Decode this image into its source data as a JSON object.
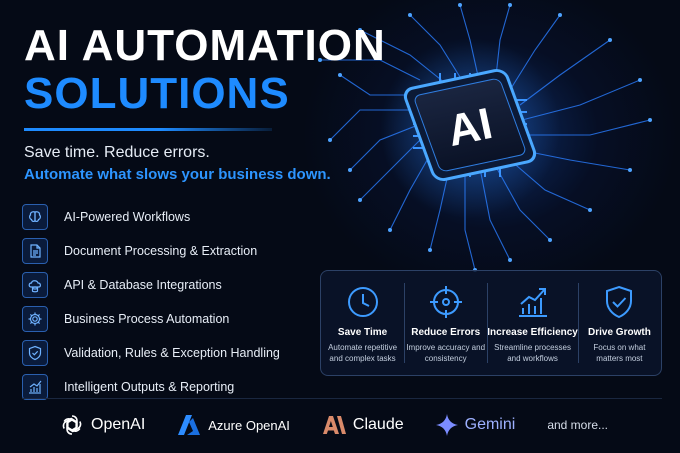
{
  "header": {
    "title_line1": "AI AUTOMATION",
    "title_line2": "SOLUTIONS",
    "tagline1": "Save time. Reduce errors.",
    "tagline2": "Automate what slows your business down."
  },
  "chip": {
    "label": "AI"
  },
  "features": [
    {
      "icon": "brain-icon",
      "label": "AI-Powered Workflows"
    },
    {
      "icon": "document-icon",
      "label": "Document Processing & Extraction"
    },
    {
      "icon": "cloud-database-icon",
      "label": "API & Database Integrations"
    },
    {
      "icon": "gear-icon",
      "label": "Business Process Automation"
    },
    {
      "icon": "shield-check-icon",
      "label": "Validation, Rules & Exception Handling"
    },
    {
      "icon": "chart-icon",
      "label": "Intelligent Outputs & Reporting"
    }
  ],
  "benefits": [
    {
      "icon": "clock-icon",
      "title": "Save Time",
      "desc": "Automate repetitive and complex tasks"
    },
    {
      "icon": "target-icon",
      "title": "Reduce Errors",
      "desc": "Improve accuracy and consistency"
    },
    {
      "icon": "growth-chart-icon",
      "title": "Increase Efficiency",
      "desc": "Streamline processes and workflows"
    },
    {
      "icon": "shield-check-icon",
      "title": "Drive Growth",
      "desc": "Focus on what matters most"
    }
  ],
  "brands": [
    {
      "icon": "openai-logo-icon",
      "label": "OpenAI"
    },
    {
      "icon": "azure-logo-icon",
      "label": "Azure OpenAI"
    },
    {
      "icon": "claude-logo-icon",
      "label": "Claude"
    },
    {
      "icon": "gemini-logo-icon",
      "label": "Gemini"
    }
  ],
  "more_label": "and more...",
  "colors": {
    "accent": "#1e8bff",
    "background": "#050a16",
    "gemini": "#7b8cff",
    "claude": "#d98a6a"
  }
}
